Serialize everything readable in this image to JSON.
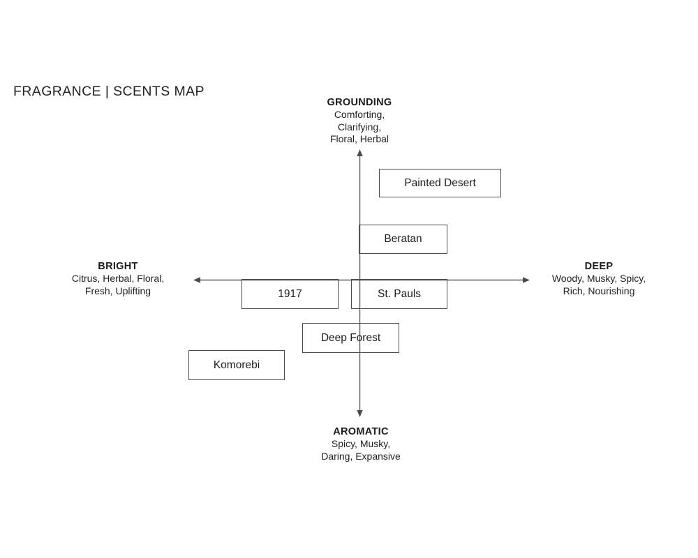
{
  "title": "FRAGRANCE | SCENTS MAP",
  "axes": {
    "top": {
      "label": "GROUNDING",
      "lines": [
        "Comforting,",
        "Clarifying,",
        "Floral, Herbal"
      ]
    },
    "bottom": {
      "label": "AROMATIC",
      "lines": [
        "Spicy, Musky,",
        "Daring, Expansive"
      ]
    },
    "left": {
      "label": "BRIGHT",
      "lines": [
        "Citrus, Herbal, Floral,",
        "Fresh, Uplifting"
      ]
    },
    "right": {
      "label": "DEEP",
      "lines": [
        "Woody, Musky, Spicy,",
        "Rich, Nourishing"
      ]
    }
  },
  "scents": [
    {
      "name": "Painted Desert",
      "region": "grounding-deep quadrant, upper area"
    },
    {
      "name": "Beratan",
      "region": "grounding-deep quadrant, just above center"
    },
    {
      "name": "1917",
      "region": "bright side, just below horizontal axis"
    },
    {
      "name": "St. Pauls",
      "region": "center-deep, just below horizontal axis"
    },
    {
      "name": "Deep Forest",
      "region": "aromatic side, straddling vertical axis"
    },
    {
      "name": "Komorebi",
      "region": "bright-aromatic quadrant, lower left"
    }
  ],
  "colors": {
    "background": "#ffffff",
    "text": "#1d1d1f",
    "axis_line": "#5c5c5e",
    "box_border": "#4c4c4e"
  }
}
